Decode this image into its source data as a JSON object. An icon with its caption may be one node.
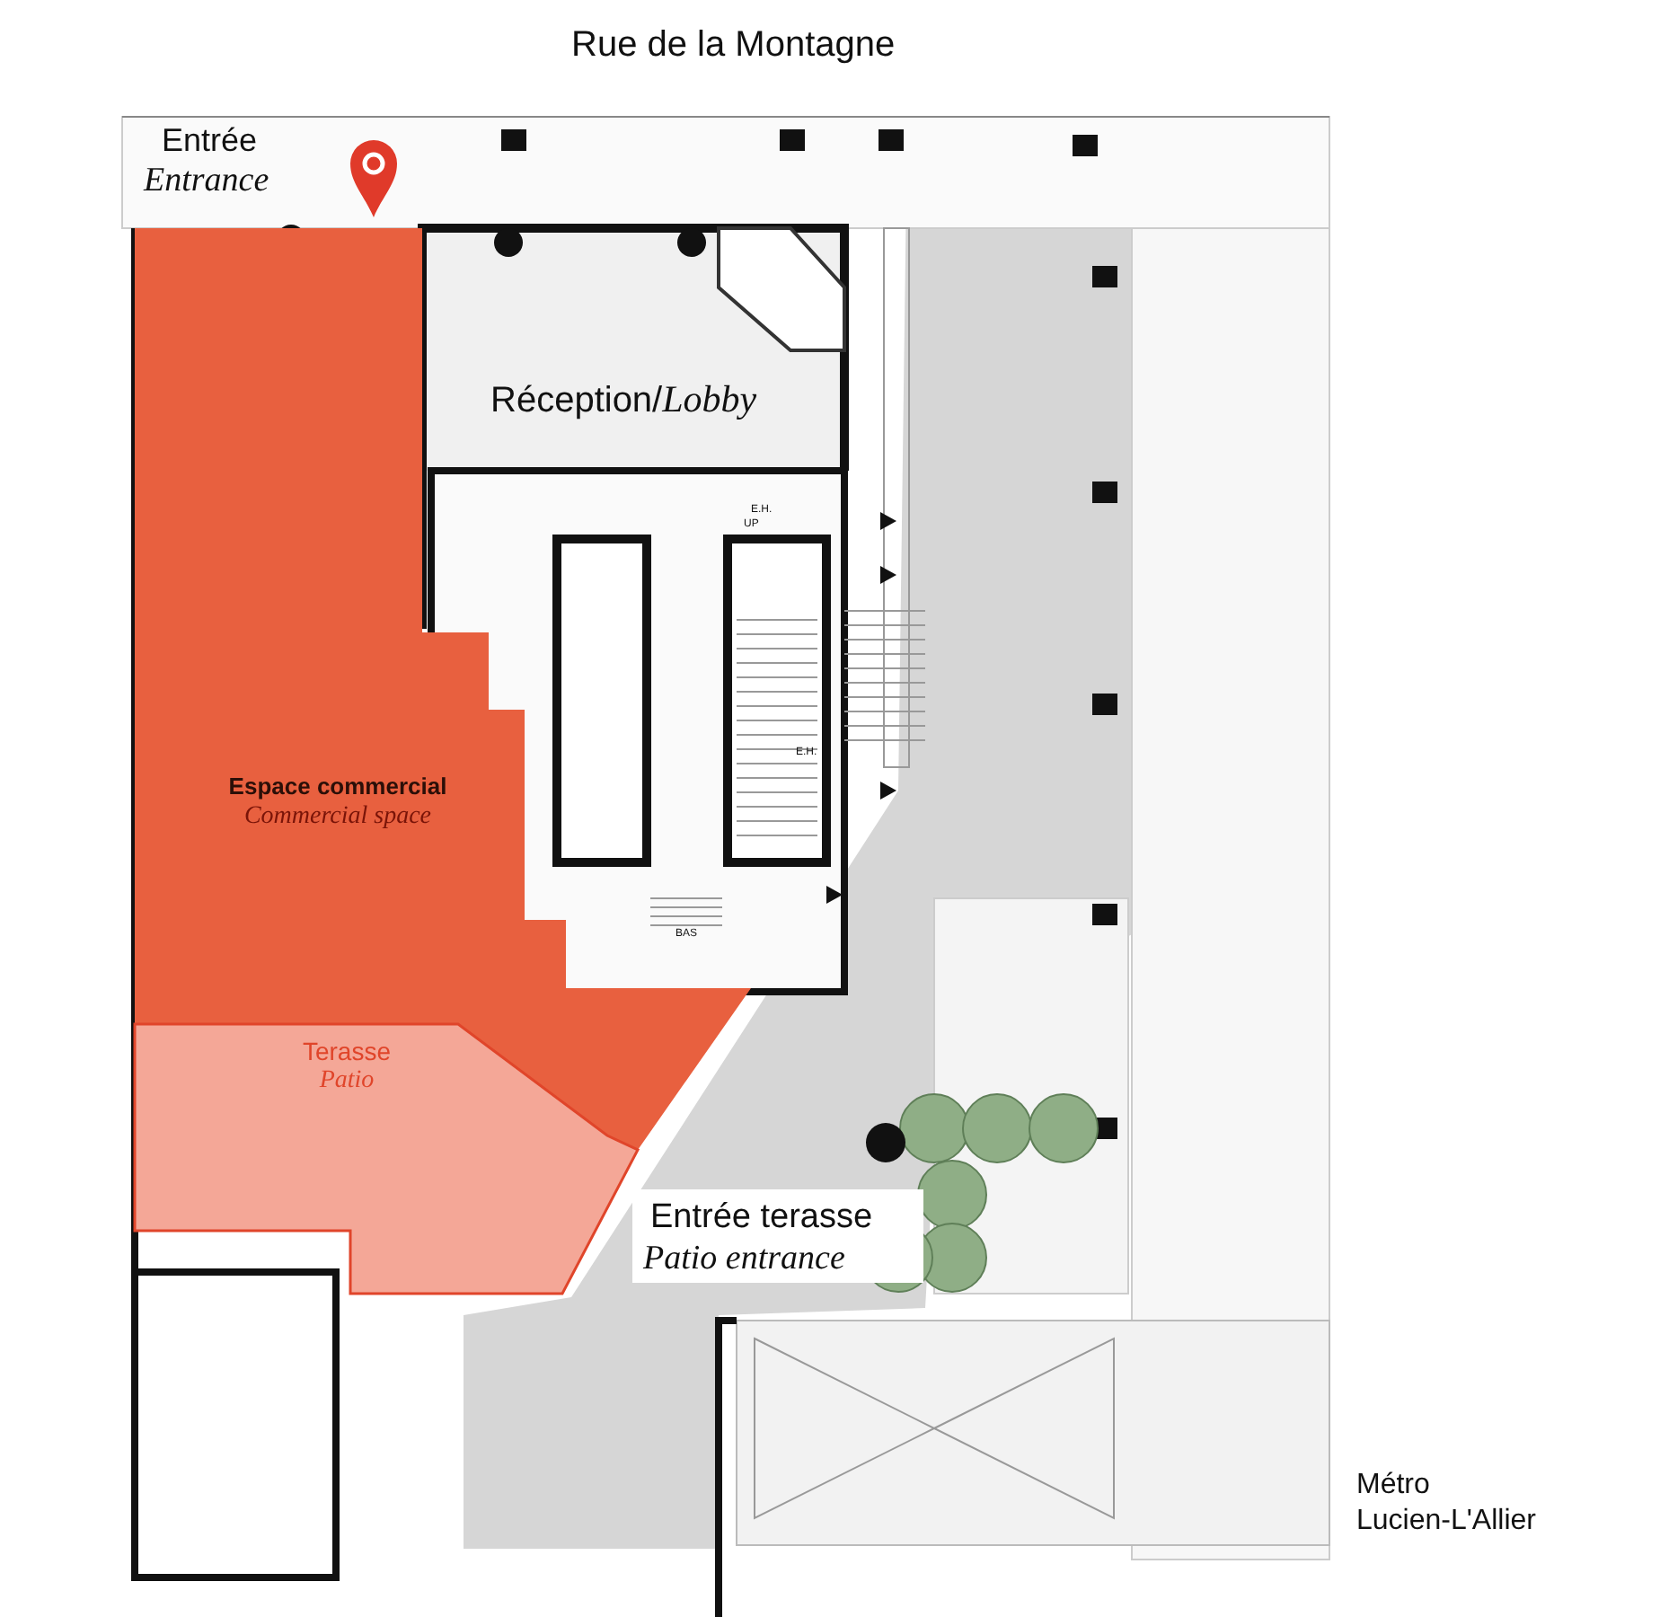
{
  "diagram": {
    "nodes": [
      {
        "text": [
          "Espace commercial",
          "Commercial space"
        ]
      },
      {
        "text": [
          "Terasse",
          "Patio"
        ]
      }
    ],
    "labels": [
      "Rue de la Montagne",
      "Entrée",
      "Entrance",
      "Réception/*Lobby*",
      "E.H.",
      "UP",
      "E.H.",
      "BAS",
      "Entrée terasse",
      "Patio entrance",
      "Métro",
      "Lucien-L'Allier"
    ]
  }
}
